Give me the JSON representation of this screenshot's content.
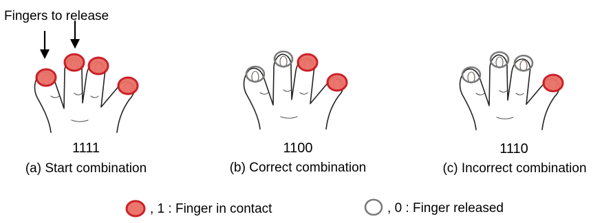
{
  "annotation": "Fingers to release",
  "panels": [
    {
      "code": "1111",
      "caption": "(a) Start combination",
      "fingers": [
        1,
        1,
        1,
        1
      ]
    },
    {
      "code": "1100",
      "caption": "(b) Correct combination",
      "fingers": [
        0,
        0,
        1,
        1
      ]
    },
    {
      "code": "1110",
      "caption": "(c) Incorrect combination",
      "fingers": [
        0,
        0,
        0,
        1
      ]
    }
  ],
  "legend": {
    "contact": "1 : Finger in contact",
    "released": "0 : Finger released"
  },
  "colors": {
    "contact_fill": "#ea6f66",
    "contact_stroke": "#c9161d",
    "released_stroke": "#7a7a7a"
  }
}
